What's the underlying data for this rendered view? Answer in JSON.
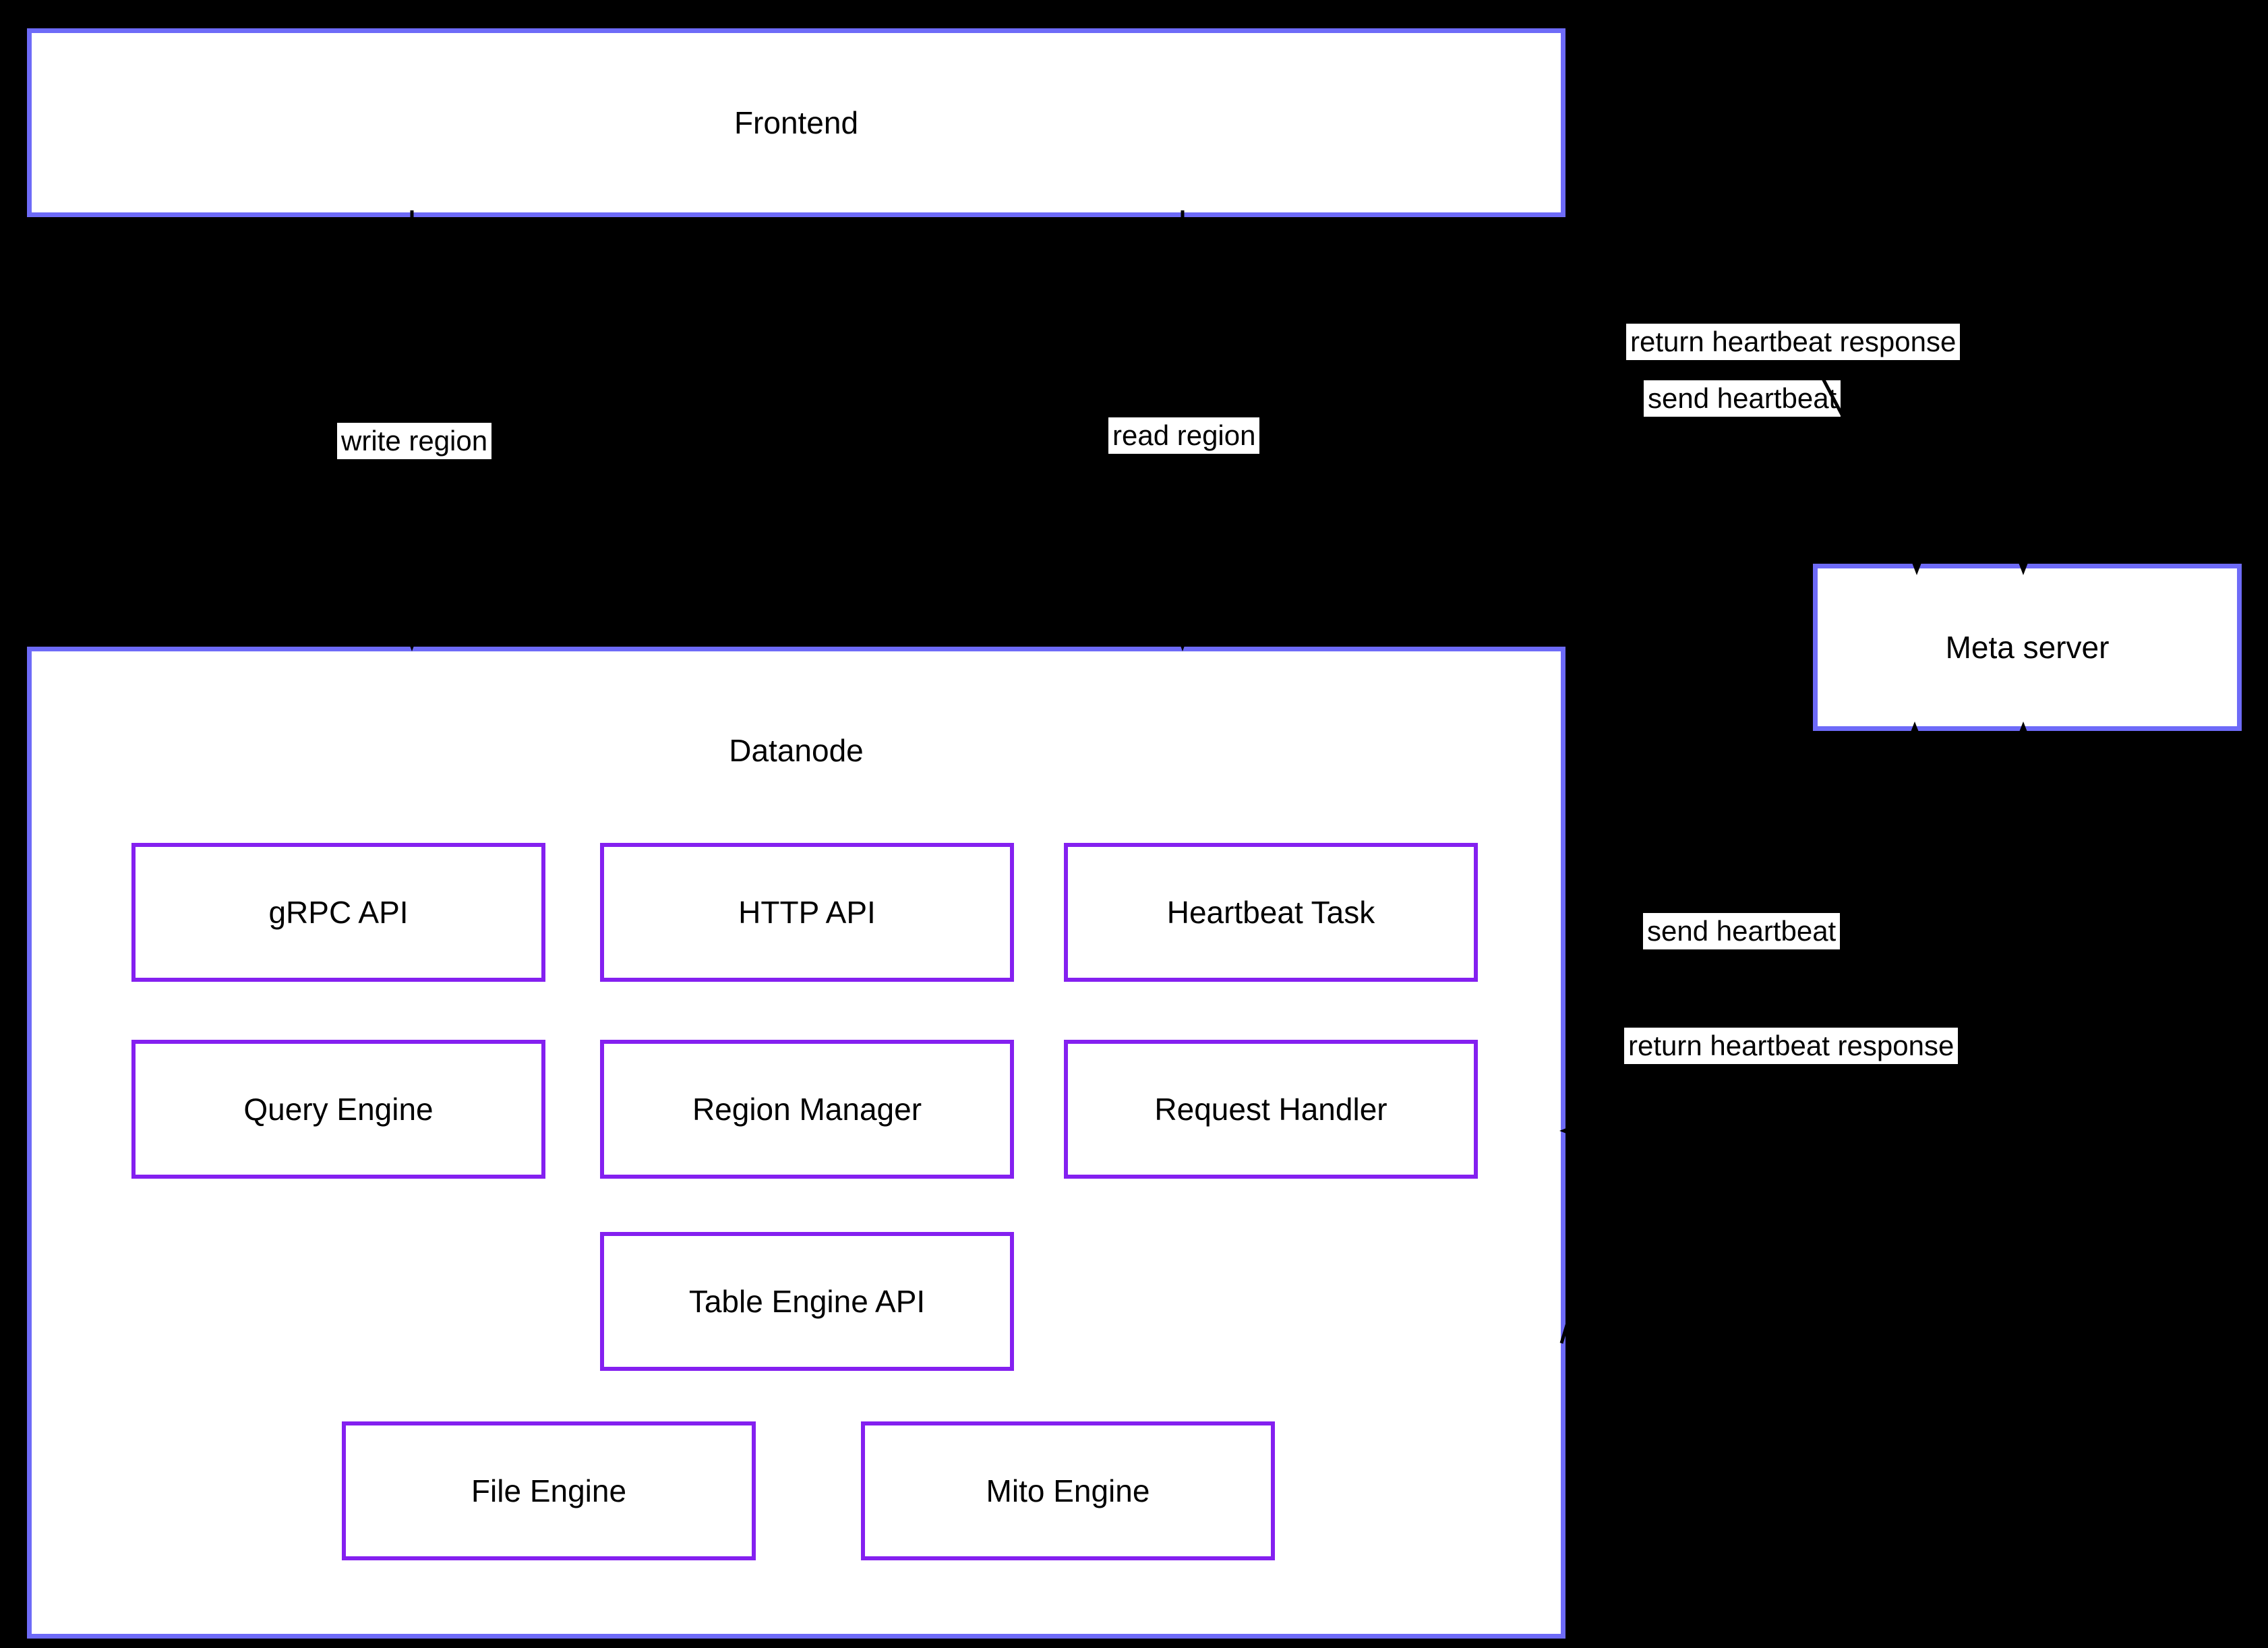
{
  "diagram": {
    "nodes": {
      "frontend": "Frontend",
      "datanode": "Datanode",
      "meta_server": "Meta server",
      "grpc_api": "gRPC API",
      "http_api": "HTTP API",
      "heartbeat_task": "Heartbeat Task",
      "query_engine": "Query Engine",
      "region_manager": "Region Manager",
      "request_handler": "Request Handler",
      "table_engine_api": "Table Engine API",
      "file_engine": "File Engine",
      "mito_engine": "Mito Engine"
    },
    "edge_labels": {
      "write_region": "write region",
      "read_region": "read region",
      "return_heartbeat_frontend": "return heartbeat response",
      "send_heartbeat_frontend": "send heartbeat",
      "send_heartbeat_datanode": "send heartbeat",
      "return_heartbeat_datanode": "return heartbeat response"
    },
    "colors": {
      "background": "#000000",
      "node_fill": "#ffffff",
      "outer_border": "#6e6bf8",
      "inner_border": "#8420f0",
      "text": "#000000",
      "arrow": "#000000"
    }
  }
}
